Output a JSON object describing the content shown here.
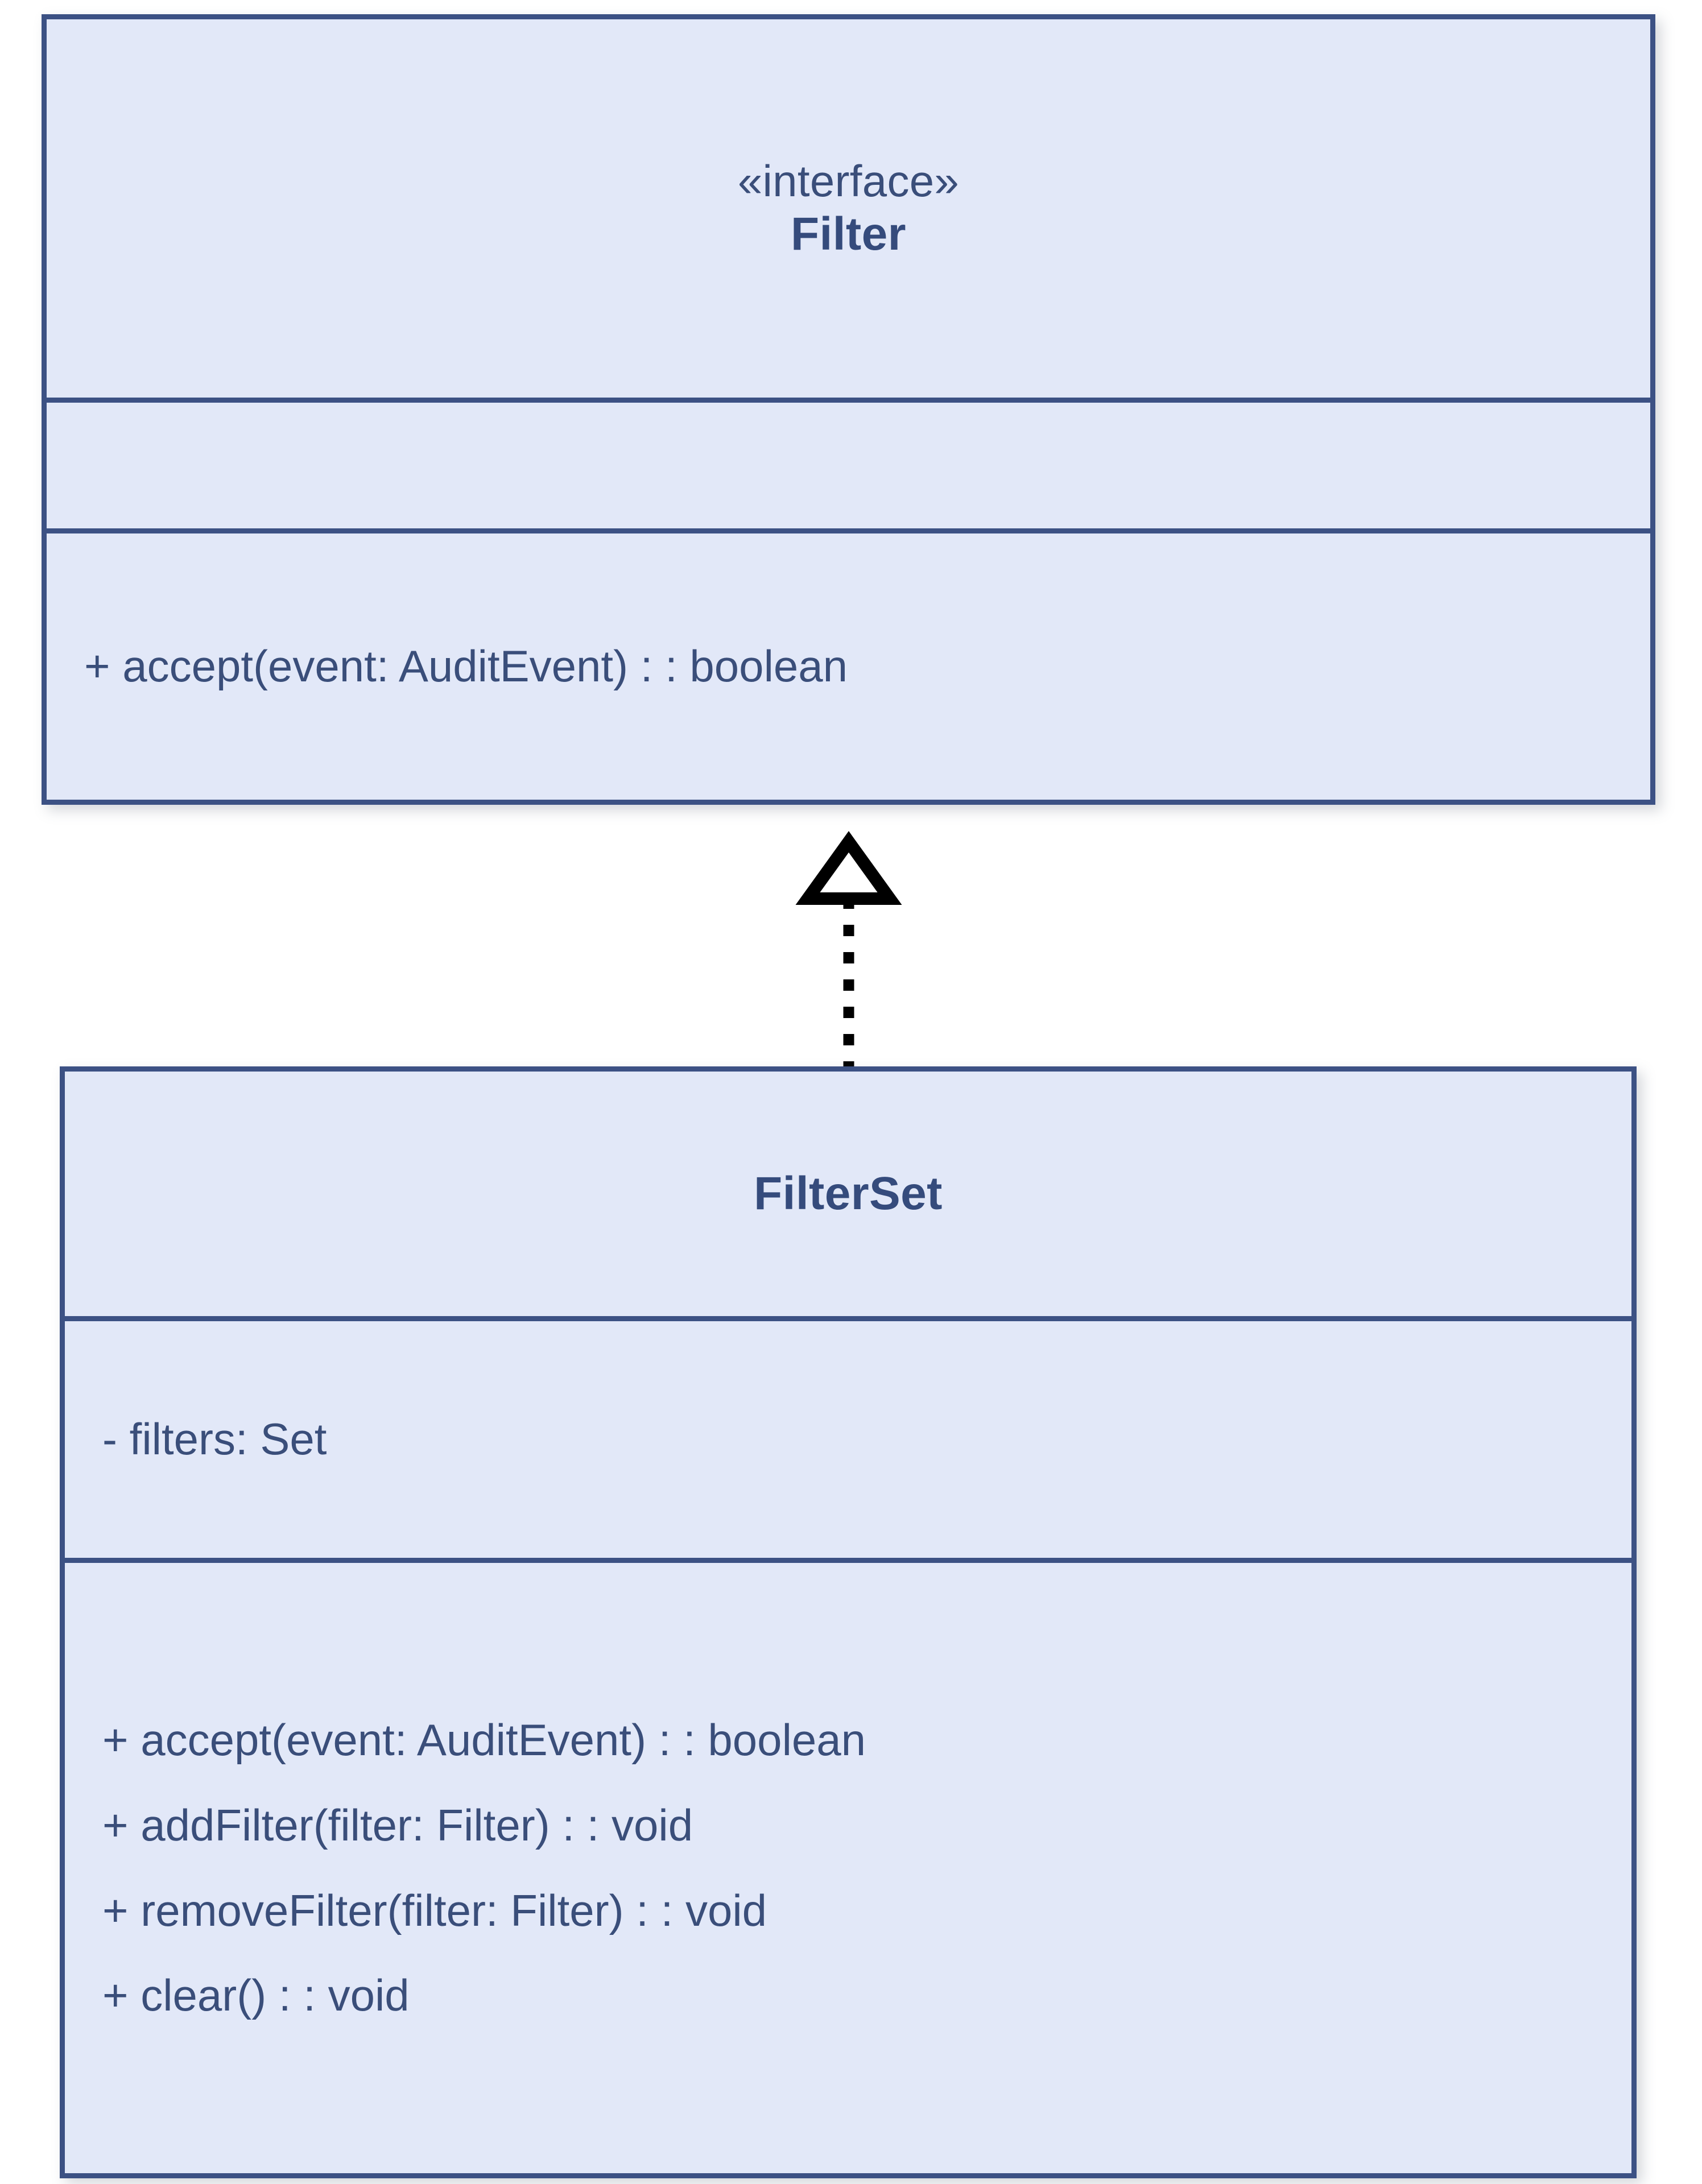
{
  "diagram": {
    "kind": "uml-class-diagram",
    "background_color": "#FFFFFF",
    "box_fill_color": "#E2E8F8",
    "box_border_color": "#3C5184",
    "text_color": "#3A4E7A",
    "title_color": "#354B7C",
    "connector_color": "#000000"
  },
  "classes": [
    {
      "id": "filter",
      "stereotype": "«interface»",
      "name": "Filter",
      "attributes": [],
      "methods": [
        "+ accept(event: AuditEvent) : : boolean"
      ]
    },
    {
      "id": "filterset",
      "stereotype": "",
      "name": "FilterSet",
      "attributes": [
        "- filters: Set"
      ],
      "methods": [
        "+ accept(event: AuditEvent) : : boolean",
        "+ addFilter(filter: Filter) : : void",
        "+ removeFilter(filter: Filter) : : void",
        "+ clear() : : void"
      ]
    }
  ],
  "relationships": [
    {
      "id": "realization",
      "type": "realization",
      "line_style": "dotted",
      "arrow_head": "hollow-triangle",
      "source": "FilterSet",
      "target": "Filter"
    }
  ]
}
